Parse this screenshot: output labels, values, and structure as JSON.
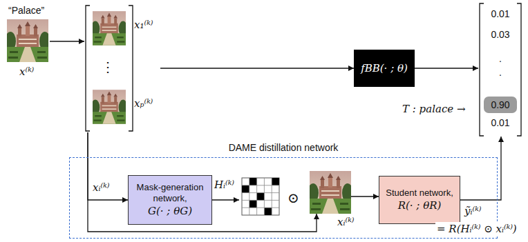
{
  "diagram": {
    "nodes": [
      {
        "text": [
          "“Palace”",
          "x⁽ᵏ⁾"
        ]
      },
      {
        "text": [
          "x₁⁽ᵏ⁾",
          "⋮",
          "xₚ⁽ᵏ⁾"
        ]
      },
      {
        "text": [
          "fBB(· ; θ)"
        ]
      },
      {
        "text": [
          "0.01",
          "0.03",
          ".",
          ".",
          "0.90",
          "0.01"
        ]
      },
      {
        "text": [
          "DAME distillation network"
        ]
      },
      {
        "text": [
          "Mask-generation network,",
          "G(· ; θG)"
        ],
        "in": 4
      },
      {
        "text": [
          "xᵢ⁽ᵏ⁾"
        ],
        "in": 4
      },
      {
        "text": [
          "Student network,",
          "R(· ; θR)"
        ],
        "in": 4
      }
    ],
    "edges": [
      {
        "from": 0,
        "to": 1,
        "arrow": "to"
      },
      {
        "from": 1,
        "to": 2,
        "arrow": "to"
      },
      {
        "from": 2,
        "to": 3,
        "arrow": "to"
      },
      {
        "from": 1,
        "to": 5,
        "arrow": "to"
      },
      {
        "from": 1,
        "to": 6,
        "arrow": "to"
      },
      {
        "from": 6,
        "to": 7,
        "arrow": "to"
      },
      {
        "from": 7,
        "to": 3,
        "arrow": "to"
      }
    ],
    "labels": [
      "xᵢ⁽ᵏ⁾",
      "Hᵢ⁽ᵏ⁾",
      "⊙",
      "ỹᵢ⁽ᵏ⁾",
      "= R(Hᵢ⁽ᵏ⁾ ⊙ xᵢ⁽ᵏ⁾)",
      "T : palace →"
    ]
  }
}
